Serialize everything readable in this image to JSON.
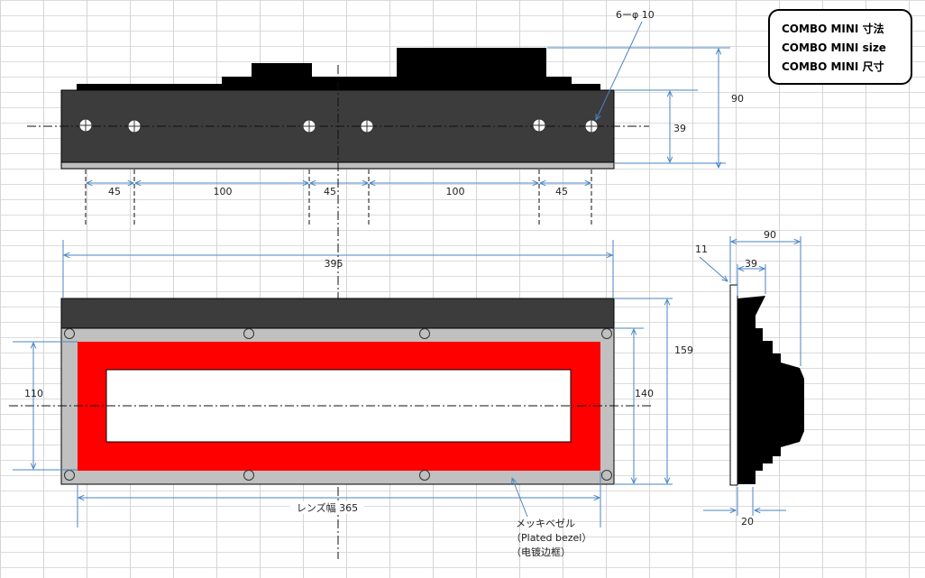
{
  "title_box": {
    "lines": [
      "COMBO MINI 寸法",
      "COMBO MINI size",
      "COMBO MINI 尺寸"
    ]
  },
  "colors": {
    "body_dark": "#3c3c3c",
    "top_profile": "#000000",
    "plate_grey": "#c0c0c0",
    "lens_red": "#ff0000",
    "dimension_line": "#4a86c6",
    "center_line": "#111111"
  },
  "top_view": {
    "hole_callout": "6ーφ 10",
    "hole_spacing_labels": [
      "45",
      "100",
      "45",
      "100",
      "45"
    ],
    "overall_width": "395",
    "height_short": "39",
    "height_tall": "90"
  },
  "front_view": {
    "left_height": "110",
    "right_height_inner": "140",
    "right_height_outer": "159",
    "lens_width": "レンズ幅 365",
    "bezel_label_jp": "メッキベゼル",
    "bezel_label_en": "（Plated bezel）",
    "bezel_label_cn": "（电镀边框）"
  },
  "side_view": {
    "depth_total": "90",
    "depth_mid": "39",
    "flange": "11",
    "base_depth": "20"
  }
}
